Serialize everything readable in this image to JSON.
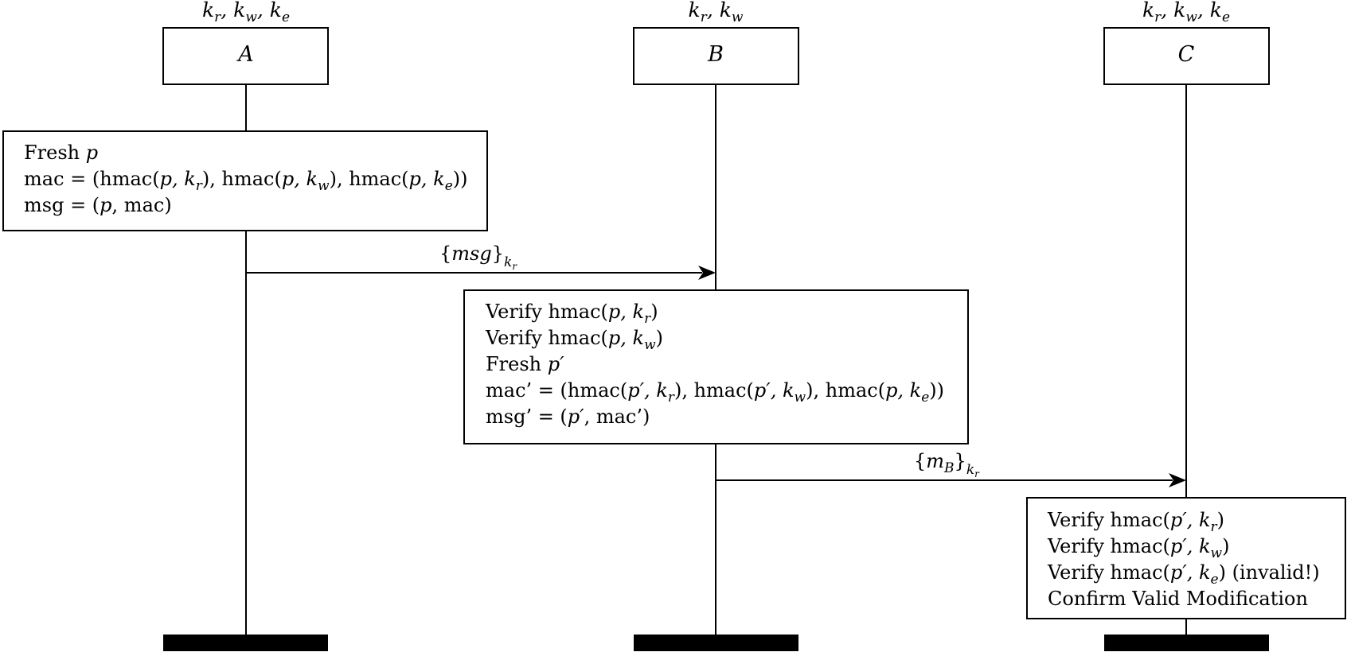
{
  "participants": [
    {
      "id": "A",
      "name": "A",
      "keys": "k_r, k_w, k_e"
    },
    {
      "id": "B",
      "name": "B",
      "keys": "k_r, k_w"
    },
    {
      "id": "C",
      "name": "C",
      "keys": "k_r, k_w, k_e"
    }
  ],
  "notes": [
    {
      "owner": "A",
      "lines": [
        "Fresh p",
        "mac = (hmac(p, k_r), hmac(p, k_w), hmac(p, k_e))",
        "msg = (p, mac)"
      ]
    },
    {
      "owner": "B",
      "lines": [
        "Verify hmac(p, k_r)",
        "Verify hmac(p, k_w)",
        "Fresh p′",
        "mac’ = (hmac(p′, k_r), hmac(p′, k_w), hmac(p, k_e))",
        "msg’ = (p′, mac’)"
      ]
    },
    {
      "owner": "C",
      "lines": [
        "Verify hmac(p′, k_r)",
        "Verify hmac(p′, k_w)",
        "Verify hmac(p′, k_e) (invalid!)",
        "Confirm Valid Modification"
      ]
    }
  ],
  "messages": [
    {
      "from": "A",
      "to": "B",
      "label": "{msg}_k_r"
    },
    {
      "from": "B",
      "to": "C",
      "label": "{m_B}_k_r"
    }
  ]
}
